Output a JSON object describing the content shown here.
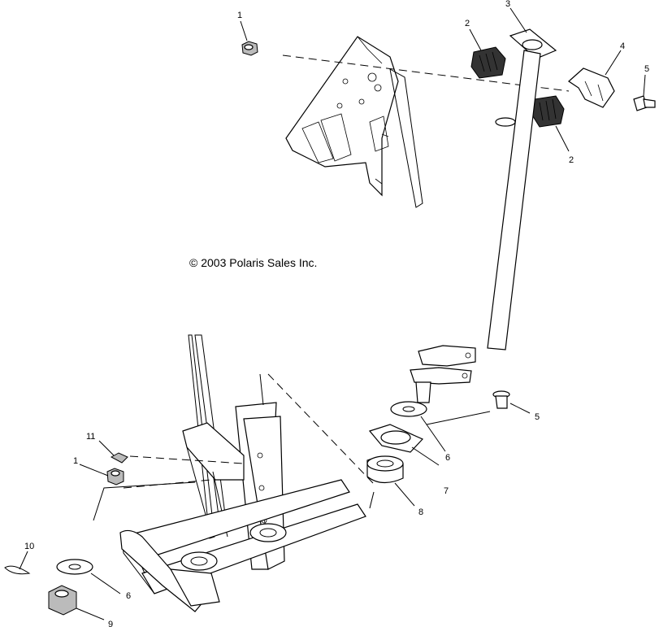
{
  "copyright": "© 2003 Polaris Sales Inc.",
  "callouts": {
    "c1_top": "1",
    "c2_top": "2",
    "c3": "3",
    "c4": "4",
    "c5_top": "5",
    "c2_mid": "2",
    "c5_mid": "5",
    "c6_mid": "6",
    "c7": "7",
    "c8": "8",
    "c11": "11",
    "c1_low": "1",
    "c10": "10",
    "c6_low": "6",
    "c9": "9"
  }
}
